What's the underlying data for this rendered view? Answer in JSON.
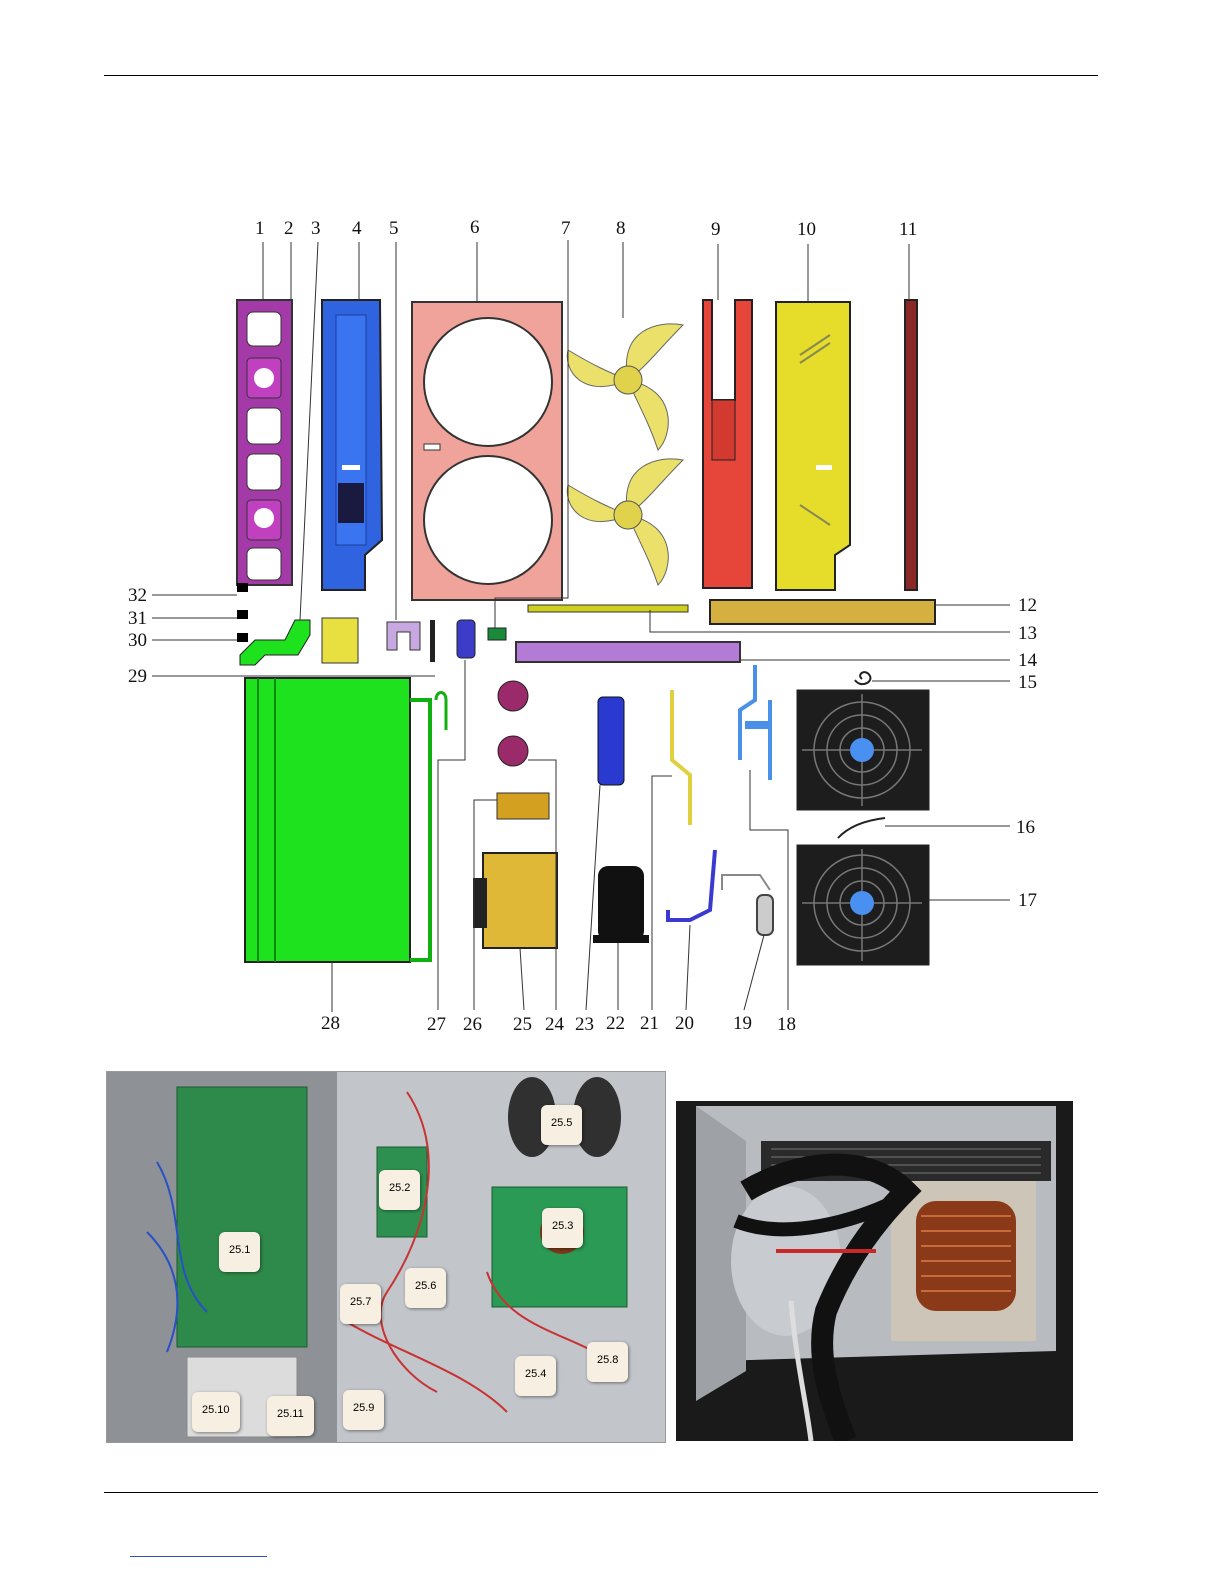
{
  "labels_top": [
    "1",
    "2",
    "3",
    "4",
    "5",
    "6",
    "7",
    "8",
    "9",
    "10",
    "11"
  ],
  "labels_right": [
    "12",
    "13",
    "14",
    "15",
    "16",
    "17"
  ],
  "labels_bottom": [
    "28",
    "27",
    "26",
    "25",
    "24",
    "23",
    "22",
    "21",
    "20",
    "19",
    "18"
  ],
  "labels_left": [
    "32",
    "31",
    "30",
    "29"
  ],
  "board_tags": [
    "25.1",
    "25.2",
    "25.3",
    "25.4",
    "25.5",
    "25.6",
    "25.7",
    "25.8",
    "25.9",
    "25.10",
    "25.11"
  ],
  "colors": {
    "frame_magenta": "#a43aa8",
    "panel_blue": "#2f63e0",
    "panel_pink": "#f0a39a",
    "fan_yellow": "#eae06a",
    "panel_red": "#e6453a",
    "panel_yellow": "#e6dc2a",
    "coil_green": "#1fe21f",
    "tray_orange": "#d4b040",
    "base_purple": "#b37ad6"
  }
}
